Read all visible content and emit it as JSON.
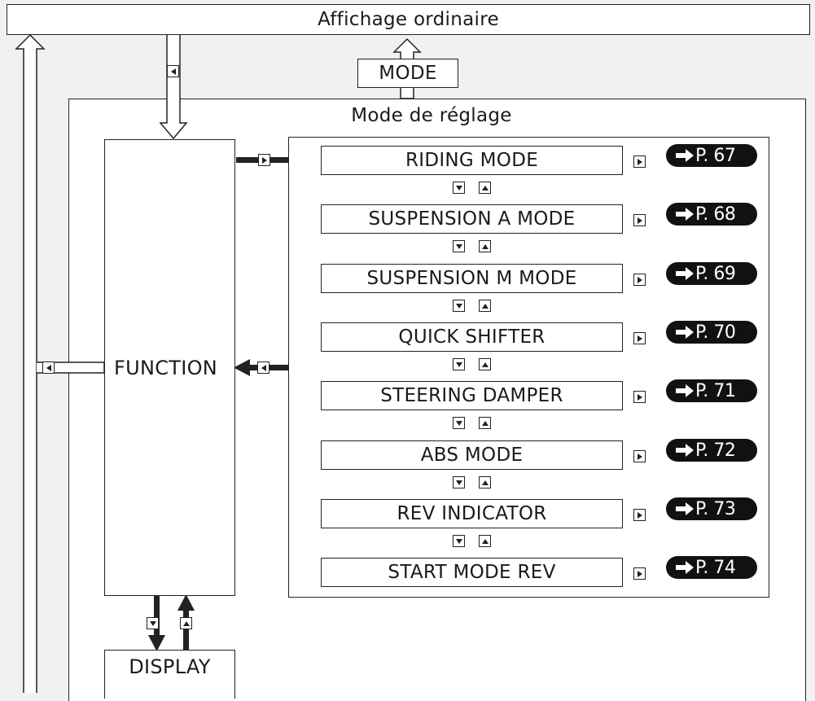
{
  "top_bar": {
    "label": "Affichage ordinaire"
  },
  "mode_button": {
    "label": "MODE"
  },
  "settings_panel": {
    "title": "Mode de réglage"
  },
  "function_box": {
    "label": "FUNCTION"
  },
  "display_box": {
    "label": "DISPLAY"
  },
  "items": [
    {
      "label": "RIDING MODE",
      "page_ref": "P. 67"
    },
    {
      "label": "SUSPENSION A MODE",
      "page_ref": "P. 68"
    },
    {
      "label": "SUSPENSION M MODE",
      "page_ref": "P. 69"
    },
    {
      "label": "QUICK SHIFTER",
      "page_ref": "P. 70"
    },
    {
      "label": "STEERING DAMPER",
      "page_ref": "P. 71"
    },
    {
      "label": "ABS MODE",
      "page_ref": "P. 72"
    },
    {
      "label": "REV INDICATOR",
      "page_ref": "P. 73"
    },
    {
      "label": "START MODE REV",
      "page_ref": "P. 74"
    }
  ],
  "colors": {
    "background": "#f1f1f1",
    "box_fill": "#ffffff",
    "line": "#222222",
    "pill": "#111111"
  },
  "icons": {
    "key_left": "left-triangle-key-icon",
    "key_right": "right-triangle-key-icon",
    "key_down": "down-triangle-key-icon",
    "key_up": "up-triangle-key-icon",
    "page_ref": "arrow-right-icon"
  }
}
